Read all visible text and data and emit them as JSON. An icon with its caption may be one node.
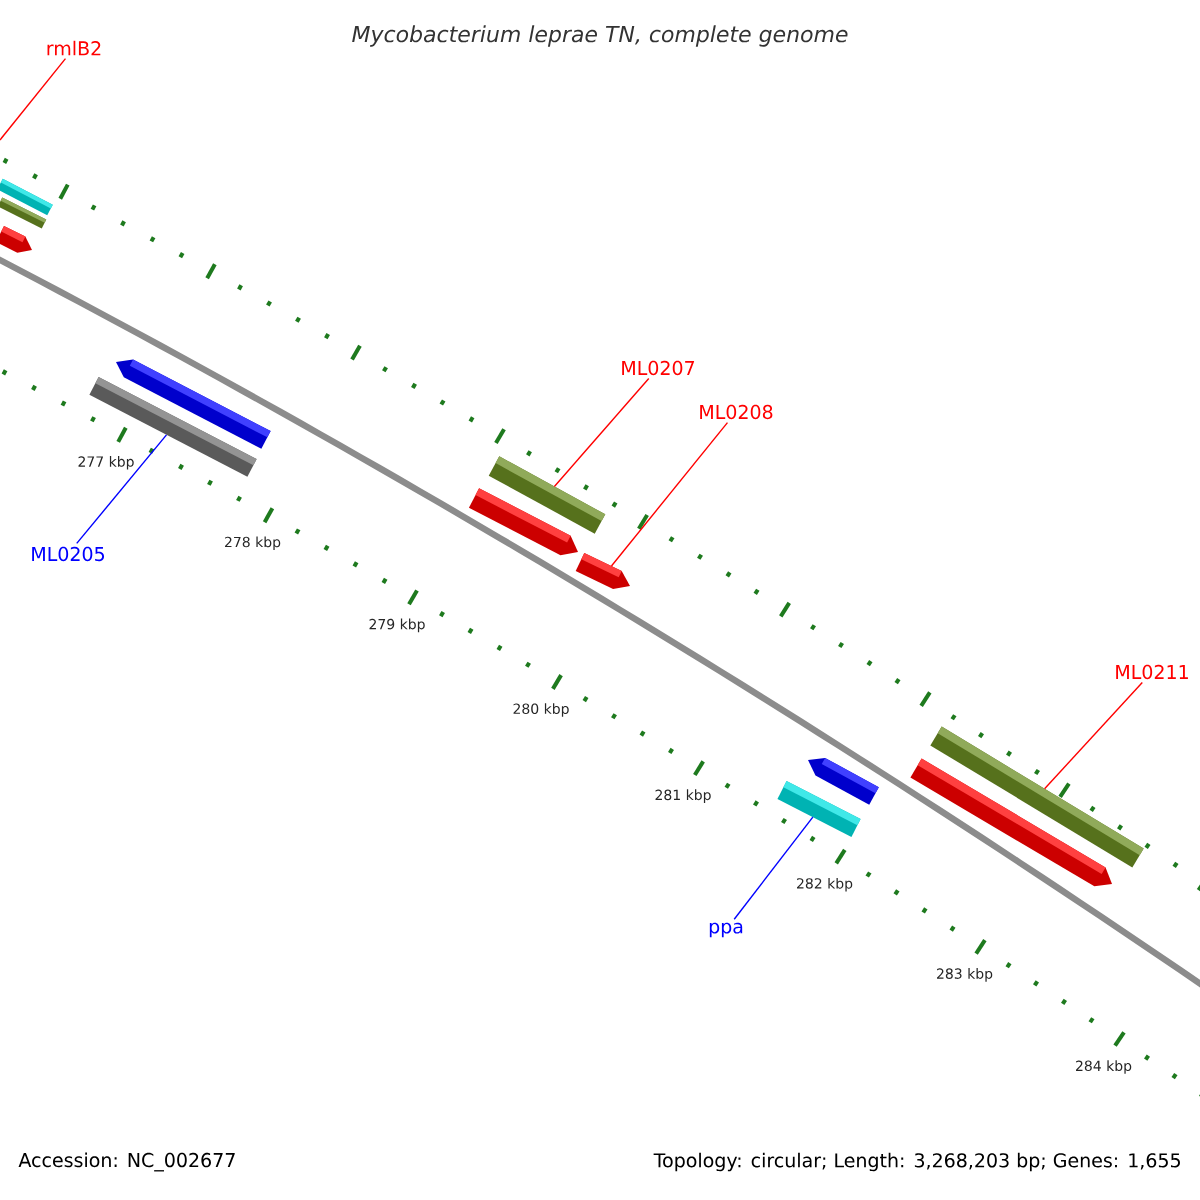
{
  "diagram": {
    "title": "Mycobacterium leprae TN, complete genome",
    "nodes": [
      {
        "text": [
          "rmlB2"
        ]
      },
      {
        "text": [],
        "shape": "bar"
      },
      {
        "text": [],
        "shape": "bar"
      },
      {
        "text": [],
        "shape": "bar"
      },
      {
        "text": [],
        "shape": "bar"
      },
      {
        "text": [],
        "shape": "bar"
      },
      {
        "text": [
          "ML0207"
        ]
      },
      {
        "text": [
          "ML0208"
        ]
      },
      {
        "text": [],
        "shape": "bar"
      },
      {
        "text": [],
        "shape": "bar"
      },
      {
        "text": [],
        "shape": "bar"
      },
      {
        "text": [
          "ML0205"
        ]
      },
      {
        "text": [
          "ML0211"
        ]
      },
      {
        "text": [],
        "shape": "bar"
      },
      {
        "text": [],
        "shape": "bar"
      },
      {
        "text": [],
        "shape": "bar"
      },
      {
        "text": [],
        "shape": "bar"
      },
      {
        "text": [
          "ppa"
        ]
      }
    ],
    "edges": [
      {
        "from": 0,
        "to": null,
        "arrow": "none"
      },
      {
        "from": 11,
        "to": 5,
        "arrow": "none",
        "color": "#0000ff"
      },
      {
        "from": 6,
        "to": 8,
        "arrow": "none"
      },
      {
        "from": 7,
        "to": 10,
        "arrow": "none"
      },
      {
        "from": 12,
        "to": 15,
        "arrow": "none"
      },
      {
        "from": 17,
        "to": 14,
        "arrow": "none",
        "color": "#0000ff"
      }
    ],
    "labels": [
      "277 kbp",
      "278 kbp",
      "279 kbp",
      "280 kbp",
      "281 kbp",
      "282 kbp",
      "283 kbp",
      "284 kbp",
      "Accession: NC_002677",
      "Topology: circular; Length: 3,268,203 bp; Genes: 1,655"
    ]
  }
}
